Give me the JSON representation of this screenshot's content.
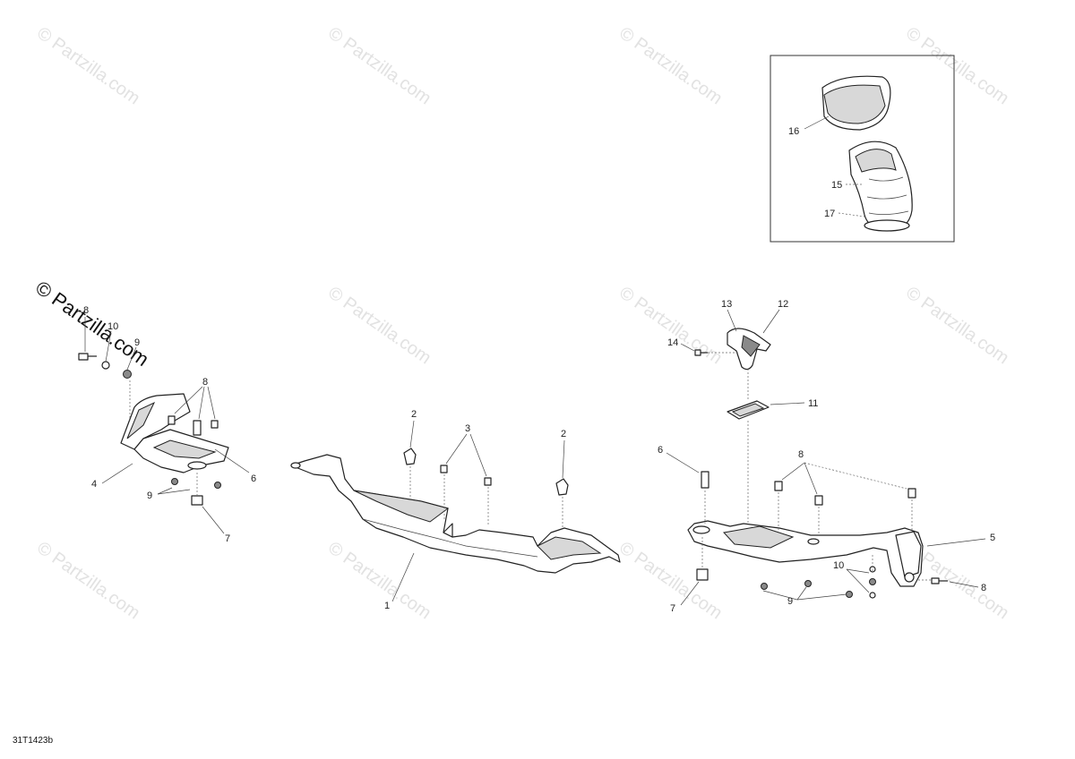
{
  "drawing_code": "31T1423b",
  "watermark": {
    "text": "© Partzilla.com",
    "repeat_text": "© Partzilla.com"
  },
  "callouts": {
    "c1": "1",
    "c2a": "2",
    "c2b": "2",
    "c3": "3",
    "c4": "4",
    "c5": "5",
    "c6a": "6",
    "c6b": "6",
    "c7a": "7",
    "c7b": "7",
    "c8a": "8",
    "c8b": "8",
    "c8c": "8",
    "c8d": "8",
    "c9a": "9",
    "c9b": "9",
    "c9c": "9",
    "c10a": "10",
    "c10b": "10",
    "c11": "11",
    "c12": "12",
    "c13": "13",
    "c14": "14",
    "c15": "15",
    "c16": "16",
    "c17": "17"
  },
  "colors": {
    "line": "#222222",
    "watermark": "#e2e2e2"
  }
}
